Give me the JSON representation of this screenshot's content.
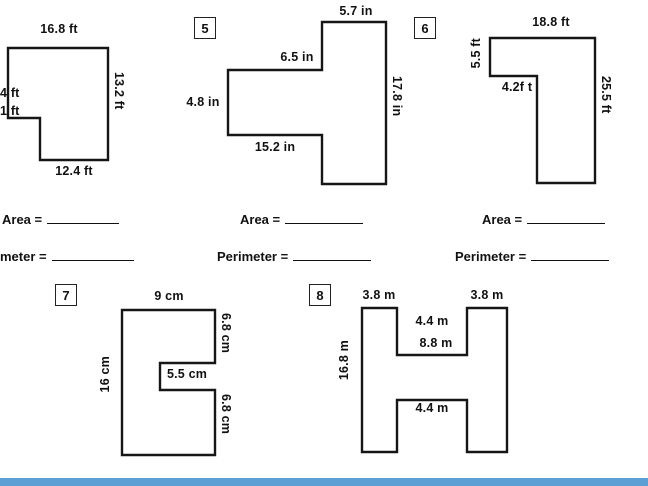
{
  "page": {
    "background": "#ffffff",
    "bottom_strip_color": "#5b9fd4",
    "ink_color": "#161616"
  },
  "labels": {
    "area": "Area =",
    "perimeter": "Perimeter =",
    "perimeter_cropped": "meter ="
  },
  "problems": {
    "p4": {
      "dims": {
        "top": "16.8 ft",
        "right": "13.2 ft",
        "bottom": "12.4 ft",
        "left_upper": "4 ft",
        "left_lower": "1 ft"
      }
    },
    "p5": {
      "number": "5",
      "dims": {
        "top": "5.7 in",
        "arm_top": "6.5 in",
        "arm_left": "4.8 in",
        "arm_bottom": "15.2 in",
        "right": "17.8 in"
      }
    },
    "p6": {
      "number": "6",
      "dims": {
        "top": "18.8 ft",
        "left": "5.5 ft",
        "inner": "4.2f t",
        "right": "25.5 ft"
      }
    },
    "p7": {
      "number": "7",
      "dims": {
        "top": "9 cm",
        "right_upper": "6.8 cm",
        "notch": "5.5 cm",
        "left": "16 cm",
        "right_lower": "6.8 cm"
      }
    },
    "p8": {
      "number": "8",
      "dims": {
        "top_left": "3.8 m",
        "top_right": "3.8 m",
        "gap_top": "4.4 m",
        "crossbar": "8.8 m",
        "left": "16.8 m",
        "gap_bottom": "4.4 m"
      }
    }
  }
}
